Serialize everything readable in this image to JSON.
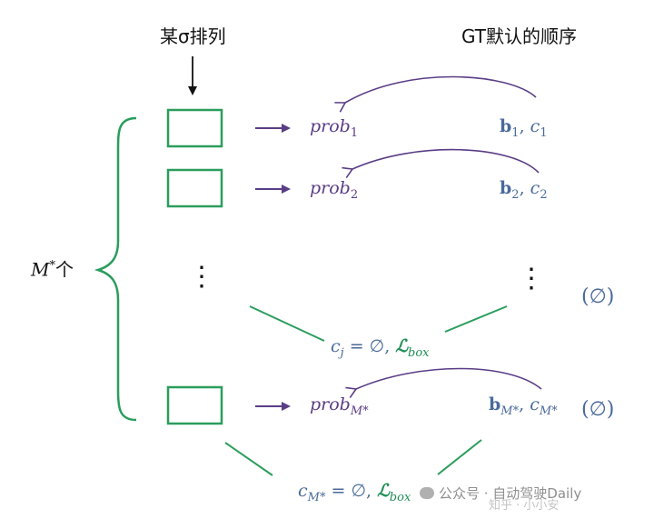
{
  "header": {
    "permutation": "某σ排列",
    "gt_order": "GT默认的顺序"
  },
  "side_label": {
    "m": "M",
    "star": "*",
    "count": "个"
  },
  "rows": [
    {
      "prob": "prob",
      "prob_sub": "1",
      "gt_box": "b",
      "box_sub": "1",
      "gt_sep": ", ",
      "gt_cls": "c",
      "cls_sub": "1"
    },
    {
      "prob": "prob",
      "prob_sub": "2",
      "gt_box": "b",
      "box_sub": "2",
      "gt_sep": ", ",
      "gt_cls": "c",
      "cls_sub": "2"
    },
    {
      "prob": "prob",
      "prob_sub": "M*",
      "gt_box": "b",
      "box_sub": "M*",
      "gt_sep": ", ",
      "gt_cls": "c",
      "cls_sub": "M*"
    }
  ],
  "dots": "⋮",
  "empty_marks": [
    "(∅)",
    "(∅)"
  ],
  "conditions": [
    {
      "c": "c",
      "sub": "j",
      "eq": " = ∅, ",
      "loss": "ℒ",
      "loss_sub": "box"
    },
    {
      "c": "c",
      "sub": "M*",
      "eq": " = ∅, ",
      "loss": "ℒ",
      "loss_sub": "box"
    }
  ],
  "watermark": {
    "icon": "wechat-icon",
    "text": "公众号 · 自动驾驶Daily",
    "overlay": "知乎 · 小小安"
  },
  "colors": {
    "box": "#2a9d5c",
    "prob": "#5a3d86",
    "gt": "#4a6a9a",
    "loss": "#1f8f56",
    "arrow": "#5a3d86"
  }
}
